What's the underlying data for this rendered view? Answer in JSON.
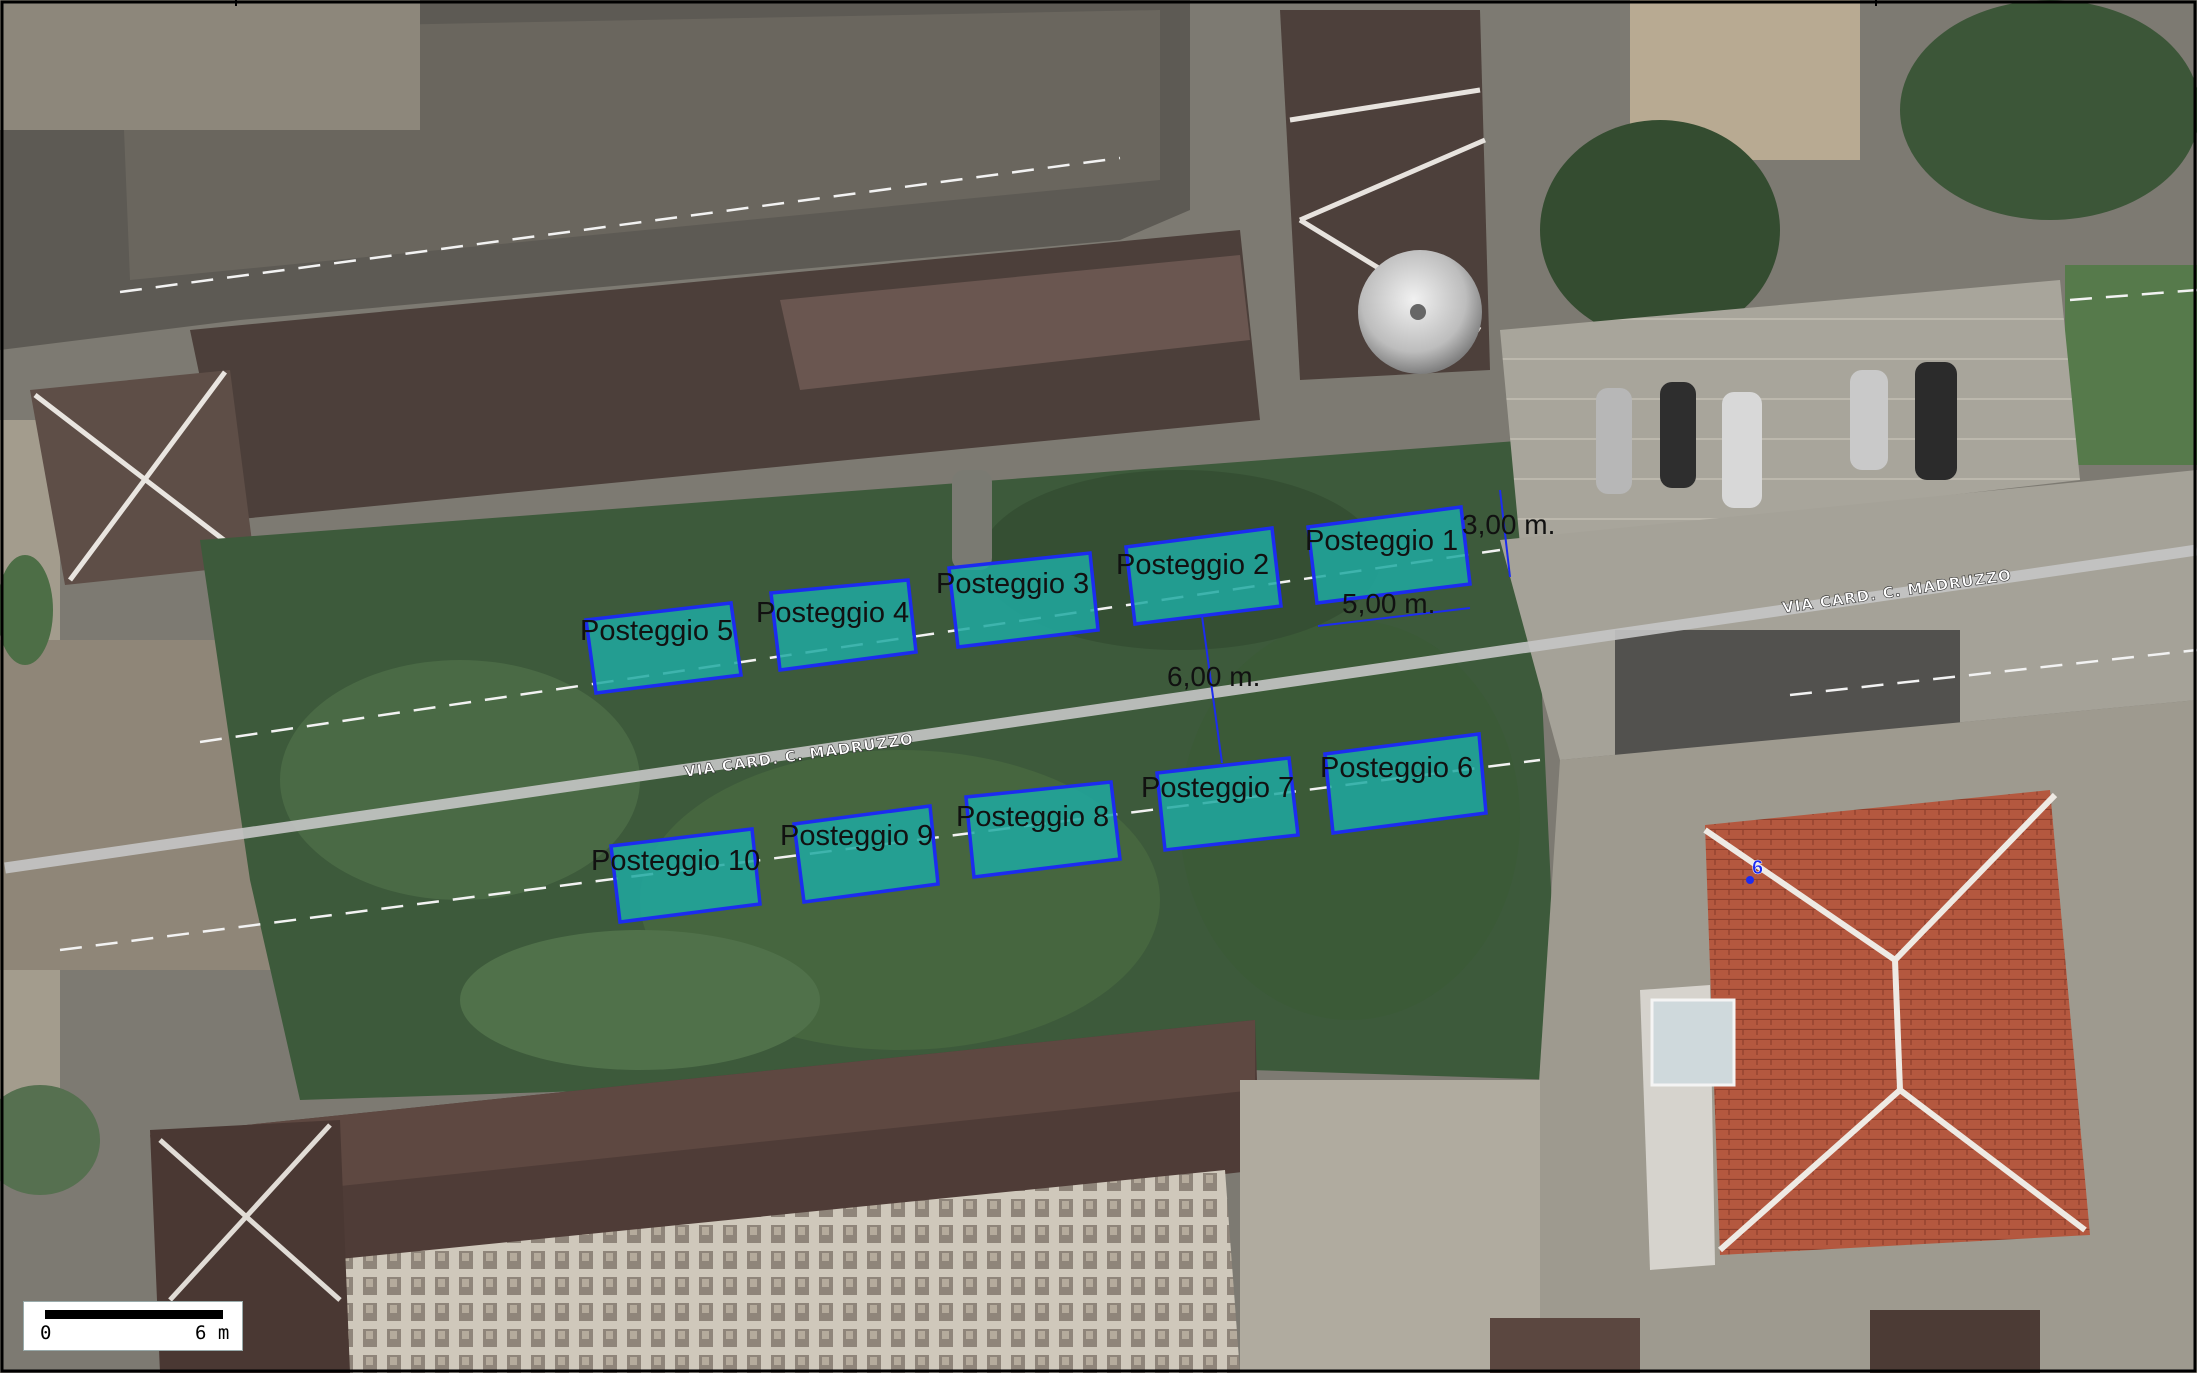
{
  "map": {
    "streets": [
      {
        "label": "VIA CARD. C. MADRUZZO"
      },
      {
        "label": "VIA CARD. C. MADRUZZO"
      }
    ],
    "stalls": [
      {
        "label": "Posteggio 1"
      },
      {
        "label": "Posteggio 2"
      },
      {
        "label": "Posteggio 3"
      },
      {
        "label": "Posteggio 4"
      },
      {
        "label": "Posteggio 5"
      },
      {
        "label": "Posteggio 6"
      },
      {
        "label": "Posteggio 7"
      },
      {
        "label": "Posteggio 8"
      },
      {
        "label": "Posteggio 9"
      },
      {
        "label": "Posteggio 10"
      }
    ],
    "dimensions": {
      "depth": "3,00 m.",
      "width": "5,00 m.",
      "aisle": "6,00 m."
    },
    "house_number": "6",
    "scale": {
      "start": "0",
      "end": "6 m"
    },
    "colors": {
      "stall_fill": "#1fa9a1",
      "stall_border": "#1c2cf0",
      "street": "#c6c6c6",
      "roof_tile": "#b4583f",
      "roof_dark": "#5c4842",
      "trees": "#3d5a3b",
      "pavement": "#a9a69c"
    }
  }
}
